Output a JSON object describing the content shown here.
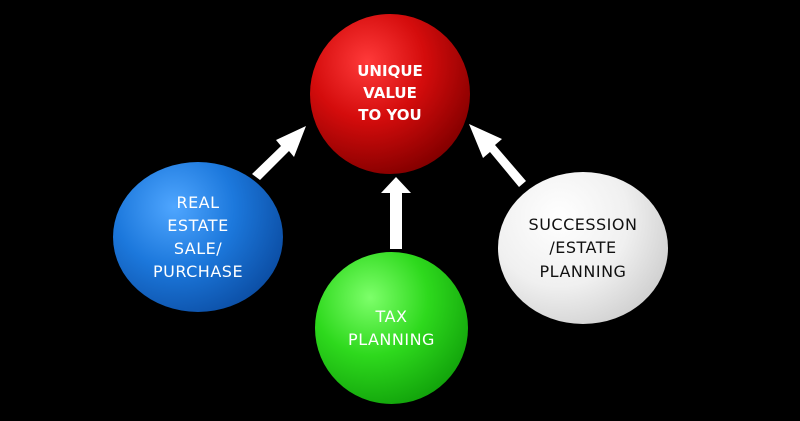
{
  "nodes": {
    "center": {
      "label": "UNIQUE\nVALUE\nTO YOU",
      "color": "#c80a0a"
    },
    "left": {
      "label": "REAL\nESTATE\nSALE/\nPURCHASE",
      "color": "#1c78dc"
    },
    "bottom": {
      "label": "TAX\nPLANNING",
      "color": "#2ed91d"
    },
    "right": {
      "label": "SUCCESSION\n/ESTATE\nPLANNING",
      "color": "#e8e8e8"
    }
  },
  "edges": [
    {
      "from": "left",
      "to": "center"
    },
    {
      "from": "bottom",
      "to": "center"
    },
    {
      "from": "right",
      "to": "center"
    }
  ],
  "colors": {
    "background": "#000000",
    "arrow": "#ffffff"
  }
}
